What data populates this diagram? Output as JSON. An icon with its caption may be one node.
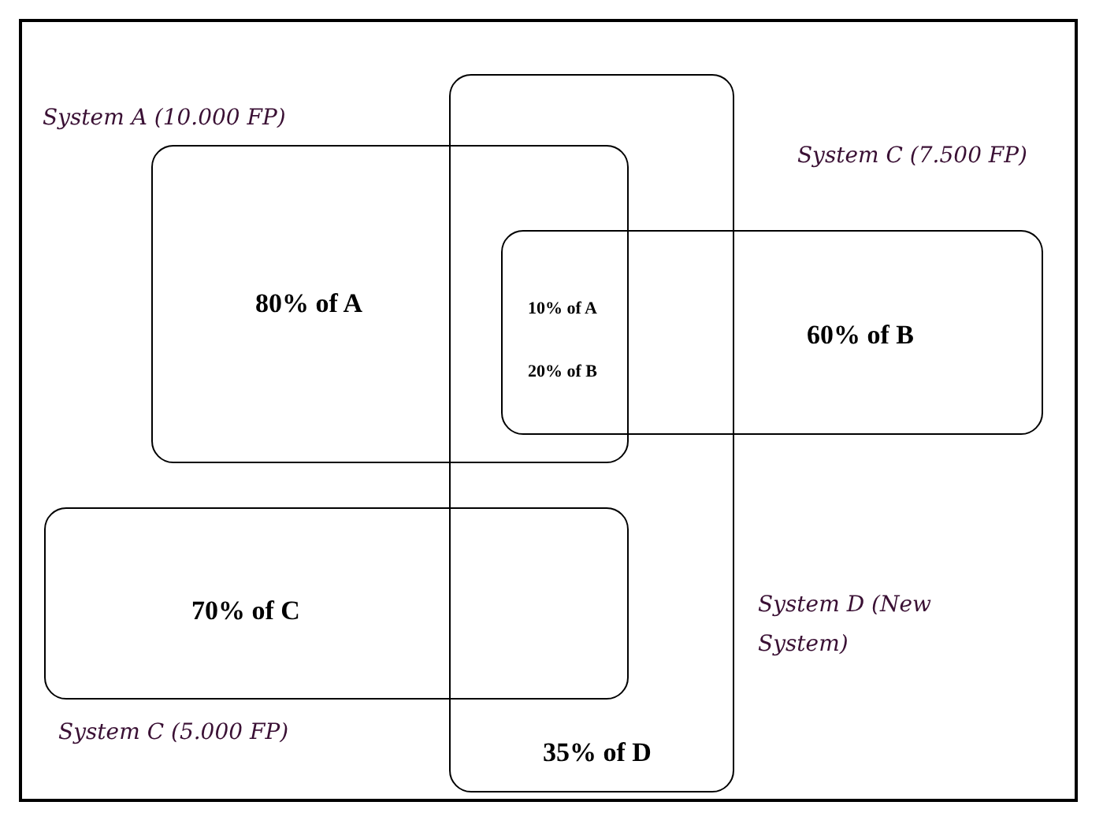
{
  "diagram": {
    "nodes": [
      {
        "text": [
          "35% of D"
        ],
        "beside": [
          "System D (New System)"
        ]
      },
      {
        "text": [
          "80% of A"
        ],
        "beside": [
          "System A (10.000 FP)"
        ]
      },
      {
        "text": [
          "60% of B"
        ],
        "beside": [
          "System C (7.500 FP)"
        ]
      },
      {
        "text": [
          "70% of C"
        ],
        "beside": [
          "System C (5.000 FP)"
        ]
      }
    ],
    "labels": [
      "10% of A",
      "20% of B"
    ]
  }
}
